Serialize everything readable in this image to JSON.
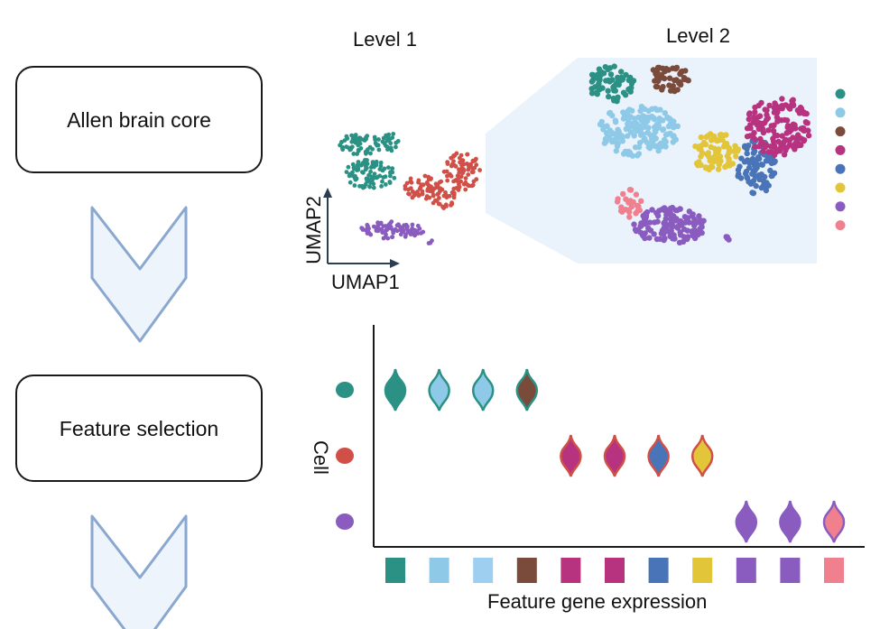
{
  "steps": [
    {
      "label": "Allen brain core"
    },
    {
      "label": "Feature selection"
    }
  ],
  "umap": {
    "level1_title": "Level 1",
    "level2_title": "Level 2",
    "x_axis_label": "UMAP1",
    "y_axis_label": "UMAP2"
  },
  "violin_panel": {
    "y_axis_label": "Cell",
    "x_axis_label": "Feature gene expression"
  },
  "colors": {
    "teal": "#2a9184",
    "light_blue": "#8ecae8",
    "pale_blue": "#9fcff0",
    "brown": "#7a4b3a",
    "magenta": "#b7327f",
    "blue": "#4a74b8",
    "yellow": "#e3c53a",
    "purple": "#8a5cbf",
    "pink": "#f0808e",
    "red": "#d05048",
    "arrow_fill": "#eef4fb",
    "arrow_stroke": "#8aa8cf",
    "zoom_fill": "#eaf3fc"
  },
  "cells": [
    "teal",
    "red",
    "purple"
  ],
  "legend_colors": [
    "teal",
    "light_blue",
    "brown",
    "magenta",
    "blue",
    "yellow",
    "purple",
    "pink"
  ],
  "feature_genes": [
    "teal",
    "light_blue",
    "pale_blue",
    "brown",
    "magenta",
    "magenta",
    "blue",
    "yellow",
    "purple",
    "purple",
    "pink"
  ],
  "violins": [
    {
      "gene": 0,
      "cell": 0,
      "fill": "teal",
      "stroke": "teal"
    },
    {
      "gene": 1,
      "cell": 0,
      "fill": "light_blue",
      "stroke": "teal"
    },
    {
      "gene": 2,
      "cell": 0,
      "fill": "light_blue",
      "stroke": "teal"
    },
    {
      "gene": 3,
      "cell": 0,
      "fill": "brown",
      "stroke": "teal"
    },
    {
      "gene": 4,
      "cell": 1,
      "fill": "magenta",
      "stroke": "red"
    },
    {
      "gene": 5,
      "cell": 1,
      "fill": "magenta",
      "stroke": "red"
    },
    {
      "gene": 6,
      "cell": 1,
      "fill": "blue",
      "stroke": "red"
    },
    {
      "gene": 7,
      "cell": 1,
      "fill": "yellow",
      "stroke": "red"
    },
    {
      "gene": 8,
      "cell": 2,
      "fill": "purple",
      "stroke": "purple"
    },
    {
      "gene": 9,
      "cell": 2,
      "fill": "purple",
      "stroke": "purple"
    },
    {
      "gene": 10,
      "cell": 2,
      "fill": "pink",
      "stroke": "purple"
    }
  ]
}
